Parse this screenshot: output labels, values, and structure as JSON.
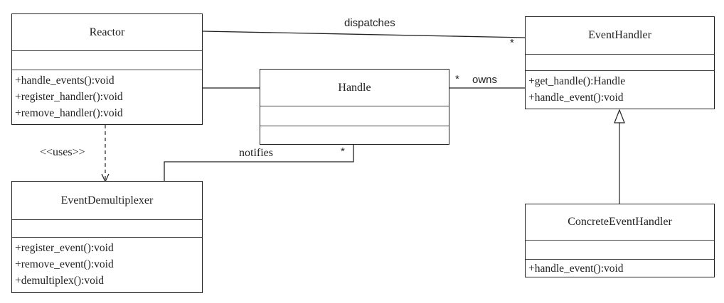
{
  "classes": {
    "reactor": {
      "name": "Reactor",
      "operations": [
        "+handle_events():void",
        "+register_handler():void",
        "+remove_handler():void"
      ]
    },
    "handle": {
      "name": "Handle",
      "operations": []
    },
    "event_handler": {
      "name": "EventHandler",
      "operations": [
        "+get_handle():Handle",
        "+handle_event():void"
      ]
    },
    "event_demultiplexer": {
      "name": "EventDemultiplexer",
      "operations": [
        "+register_event():void",
        "+remove_event():void",
        "+demultiplex():void"
      ]
    },
    "concrete_event_handler": {
      "name": "ConcreteEventHandler",
      "operations": [
        "+handle_event():void"
      ]
    }
  },
  "associations": {
    "dispatches": {
      "label": "dispatches",
      "multiplicity": "*"
    },
    "owns": {
      "label": "owns",
      "multiplicity": "*"
    },
    "notifies": {
      "label": "notifies",
      "multiplicity": "*"
    },
    "uses": {
      "label": "<<uses>>"
    }
  },
  "colors": {
    "line": "#222222",
    "background": "#ffffff"
  }
}
